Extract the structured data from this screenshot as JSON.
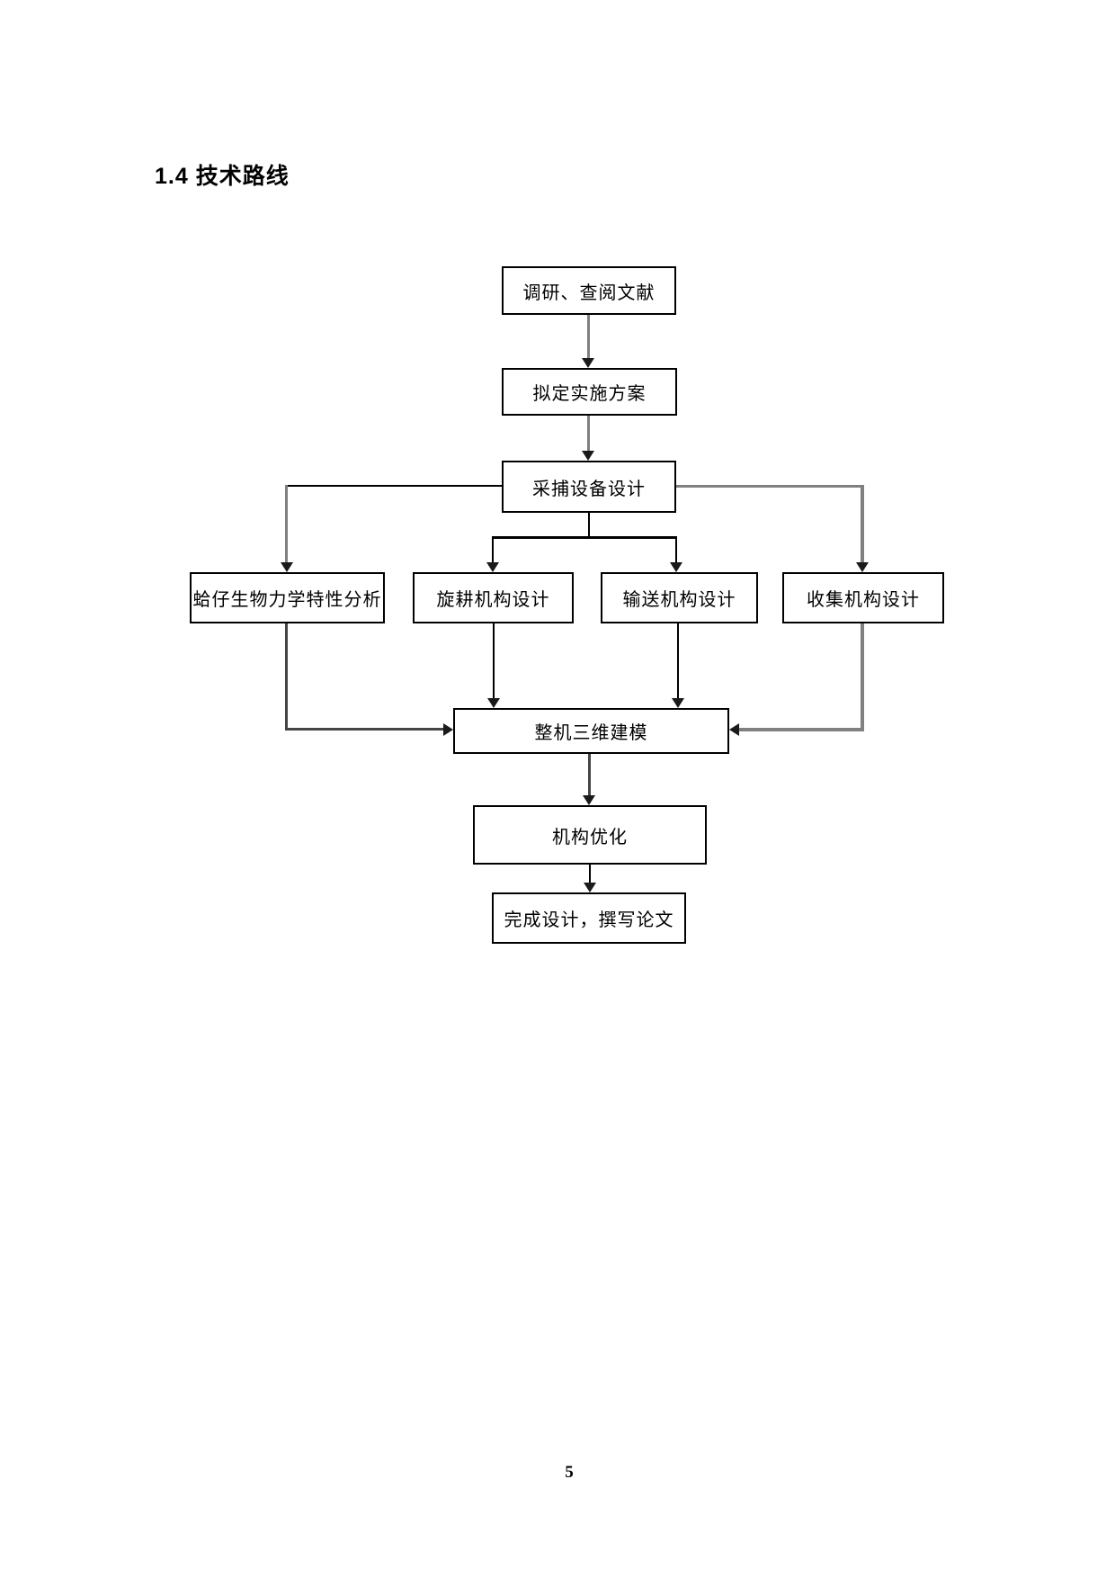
{
  "page": {
    "heading": "1.4 技术路线",
    "page_number": "5"
  },
  "flowchart": {
    "nodes": [
      {
        "id": "research",
        "label": "调研、查阅文献"
      },
      {
        "id": "plan",
        "label": "拟定实施方案"
      },
      {
        "id": "equipment-design",
        "label": "采捕设备设计"
      },
      {
        "id": "clam-analysis",
        "label": "蛤仔生物力学特性分析"
      },
      {
        "id": "rotary-design",
        "label": "旋耕机构设计"
      },
      {
        "id": "convey-design",
        "label": "输送机构设计"
      },
      {
        "id": "collect-design",
        "label": "收集机构设计"
      },
      {
        "id": "modeling",
        "label": "整机三维建模"
      },
      {
        "id": "optimization",
        "label": "机构优化"
      },
      {
        "id": "finish",
        "label": "完成设计，撰写论文"
      }
    ],
    "edges": [
      {
        "from": "research",
        "to": "plan"
      },
      {
        "from": "plan",
        "to": "equipment-design"
      },
      {
        "from": "equipment-design",
        "to": "clam-analysis"
      },
      {
        "from": "equipment-design",
        "to": "rotary-design"
      },
      {
        "from": "equipment-design",
        "to": "convey-design"
      },
      {
        "from": "equipment-design",
        "to": "collect-design"
      },
      {
        "from": "clam-analysis",
        "to": "modeling"
      },
      {
        "from": "rotary-design",
        "to": "modeling"
      },
      {
        "from": "convey-design",
        "to": "modeling"
      },
      {
        "from": "collect-design",
        "to": "modeling"
      },
      {
        "from": "modeling",
        "to": "optimization"
      },
      {
        "from": "optimization",
        "to": "finish"
      }
    ],
    "colors": {
      "box_border": "#000000",
      "connector_gray": "#808080",
      "connector_dark": "#454545",
      "connector_black": "#000000",
      "text": "#000000",
      "background": "#ffffff"
    }
  }
}
